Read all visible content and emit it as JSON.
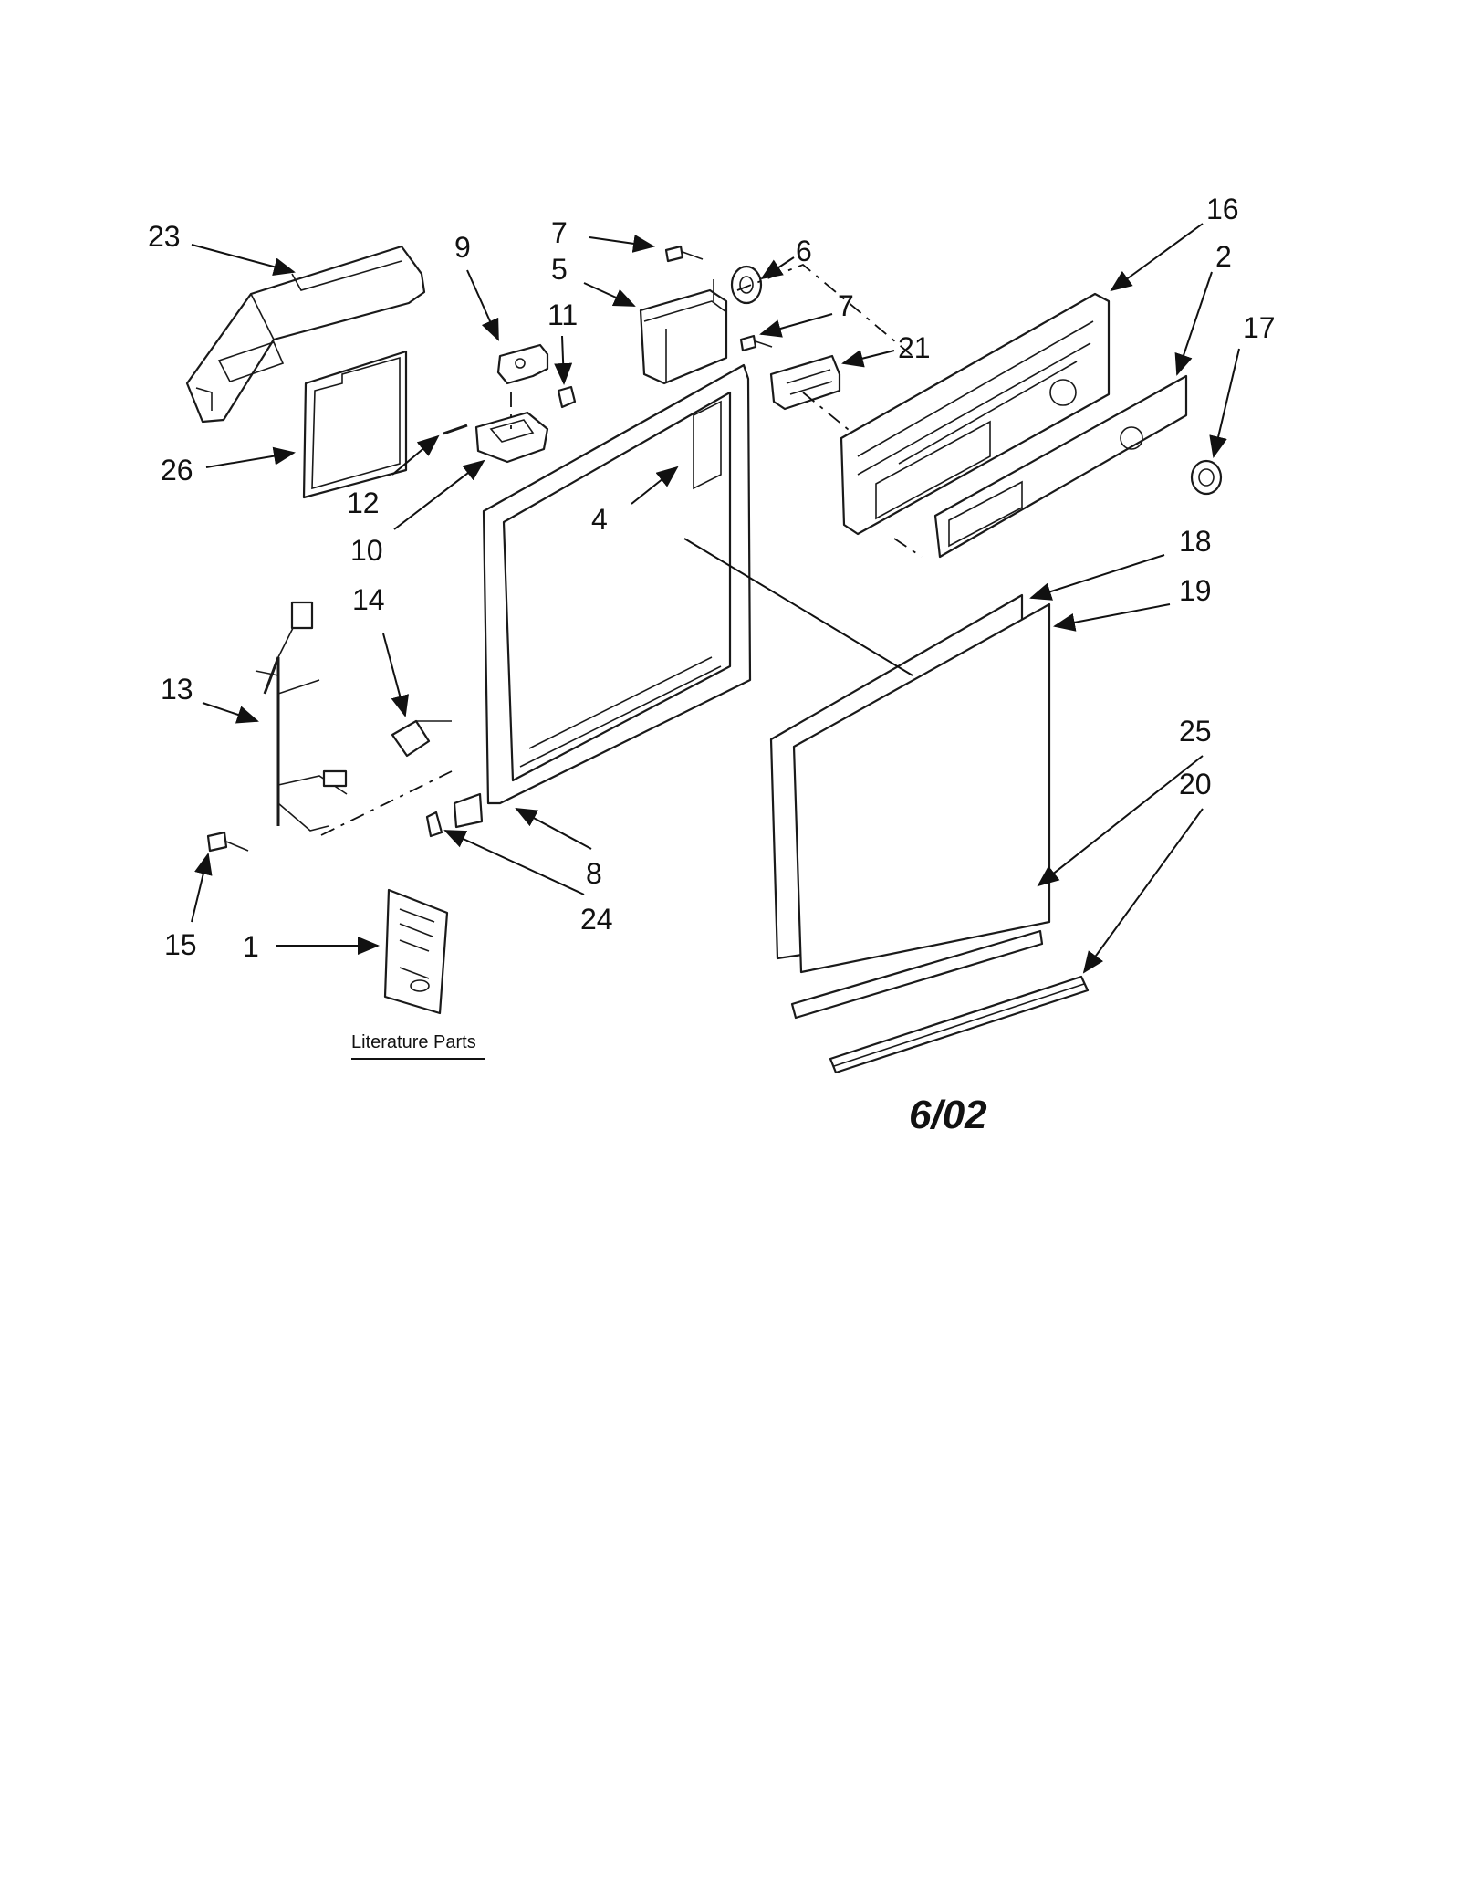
{
  "diagram": {
    "callouts": [
      {
        "id": "c23",
        "text": "23"
      },
      {
        "id": "c9",
        "text": "9"
      },
      {
        "id": "c7a",
        "text": "7"
      },
      {
        "id": "c5",
        "text": "5"
      },
      {
        "id": "c11",
        "text": "11"
      },
      {
        "id": "c6",
        "text": "6"
      },
      {
        "id": "c7b",
        "text": "7"
      },
      {
        "id": "c21",
        "text": "21"
      },
      {
        "id": "c16",
        "text": "16"
      },
      {
        "id": "c2",
        "text": "2"
      },
      {
        "id": "c17",
        "text": "17"
      },
      {
        "id": "c26",
        "text": "26"
      },
      {
        "id": "c12",
        "text": "12"
      },
      {
        "id": "c10",
        "text": "10"
      },
      {
        "id": "c4",
        "text": "4"
      },
      {
        "id": "c18",
        "text": "18"
      },
      {
        "id": "c19",
        "text": "19"
      },
      {
        "id": "c14",
        "text": "14"
      },
      {
        "id": "c13",
        "text": "13"
      },
      {
        "id": "c25",
        "text": "25"
      },
      {
        "id": "c20",
        "text": "20"
      },
      {
        "id": "c8",
        "text": "8"
      },
      {
        "id": "c24",
        "text": "24"
      },
      {
        "id": "c15",
        "text": "15"
      },
      {
        "id": "c1",
        "text": "1"
      }
    ],
    "literature_label": "Literature Parts",
    "date_code": "6/02"
  }
}
